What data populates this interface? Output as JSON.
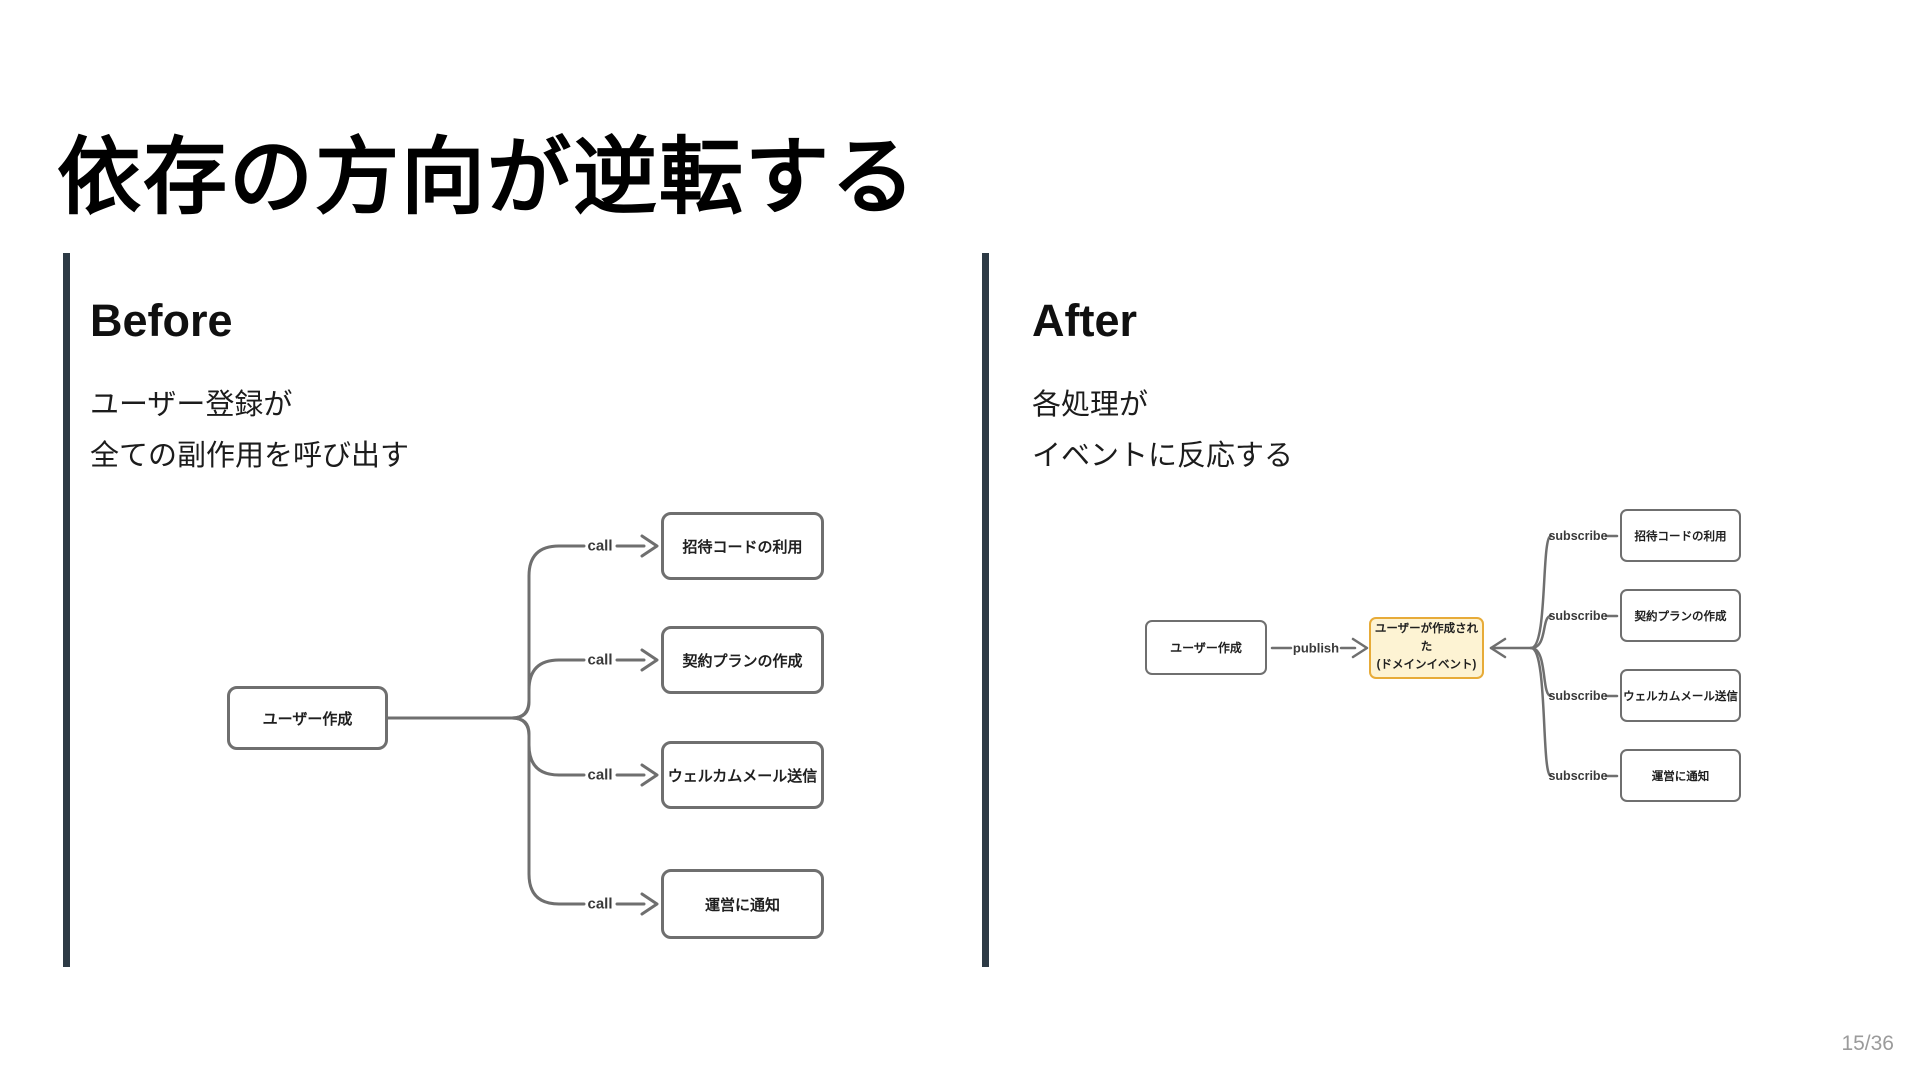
{
  "slide": {
    "title": "依存の方向が逆転する",
    "page_number": "15/36"
  },
  "before": {
    "heading": "Before",
    "description_lines": [
      "ユーザー登録が",
      "全ての副作用を呼び出す"
    ],
    "diagram": {
      "source_label": "ユーザー作成",
      "edge_label": "call",
      "targets": [
        "招待コードの利用",
        "契約プランの作成",
        "ウェルカムメール送信",
        "運営に通知"
      ]
    }
  },
  "after": {
    "heading": "After",
    "description_lines": [
      "各処理が",
      "イベントに反応する"
    ],
    "diagram": {
      "source_label": "ユーザー作成",
      "publish_label": "publish",
      "event_label_lines": [
        "ユーザーが作成された",
        "(ドメインイベント)"
      ],
      "subscribe_label": "subscribe",
      "subscribers": [
        "招待コードの利用",
        "契約プランの作成",
        "ウェルカムメール送信",
        "運営に通知"
      ]
    }
  },
  "colors": {
    "accent_bar": "#2d3a45",
    "wire_gray": "#6f6f6f",
    "event_fill": "#fdf3d3",
    "event_border": "#e7ab38",
    "page_number_gray": "#9b9b9b"
  }
}
